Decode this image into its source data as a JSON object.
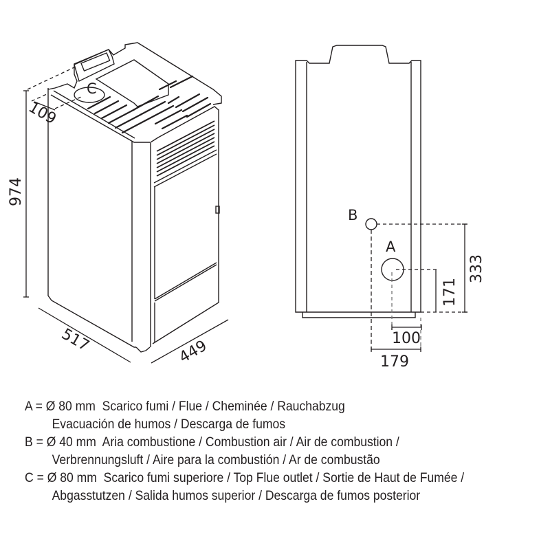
{
  "diagram": {
    "title": "",
    "perspective_view": {
      "dimensions": {
        "height": "974",
        "width": "517",
        "depth": "449",
        "top_outlet_offset": "109"
      },
      "labels": {
        "top_outlet": "C"
      }
    },
    "rear_view": {
      "dimensions": {
        "b_height": "333",
        "a_height": "171",
        "a_from_side": "100",
        "b_from_side": "179"
      },
      "labels": {
        "flue": "A",
        "combustion_air": "B"
      }
    }
  },
  "legend": [
    {
      "key": "A",
      "eq": "=",
      "diameter": "Ø 80 mm",
      "line1": "Scarico fumi / Flue / Cheminée / Rauchabzug",
      "line2": "Evacuación de humos / Descarga de fumos"
    },
    {
      "key": "B",
      "eq": "=",
      "diameter": "Ø 40 mm",
      "line1": "Aria combustione / Combustion air / Air de combustion /",
      "line2": "Verbrennungsluft / Aire para la combustión / Ar de combustão"
    },
    {
      "key": "C",
      "eq": "=",
      "diameter": "Ø 80 mm",
      "line1": "Scarico fumi superiore / Top Flue outlet / Sortie de Haut de Fumée /",
      "line2": "Abgasstutzen / Salida humos superior / Descarga de fumos posterior"
    }
  ],
  "colors": {
    "line": "#231f20",
    "background": "#ffffff"
  }
}
